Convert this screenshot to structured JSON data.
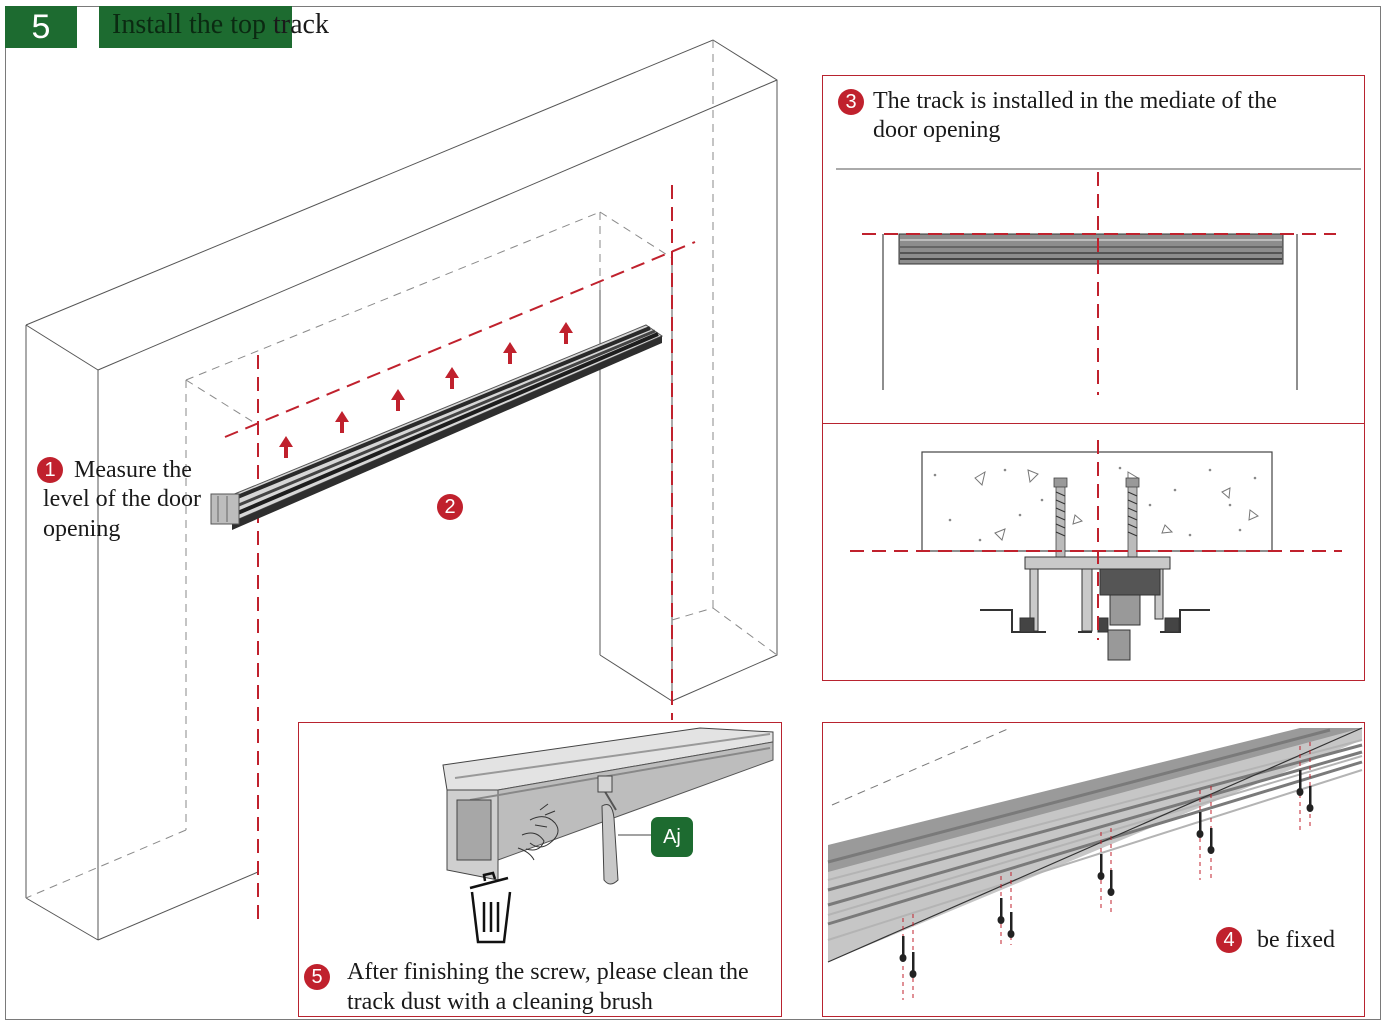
{
  "header": {
    "step_number": "5",
    "title_highlight": "Install the top",
    "title_rest": " track"
  },
  "steps": {
    "s1": {
      "number": "1",
      "line1": "Measure the",
      "line2": "level of the door",
      "line3": "opening"
    },
    "s2": {
      "number": "2"
    },
    "s3": {
      "number": "3",
      "line1": "The track is installed in the mediate of the",
      "line2": "door opening"
    },
    "s4": {
      "number": "4",
      "text": "be fixed"
    },
    "s5": {
      "number": "5",
      "line1": "After finishing the screw, please clean the",
      "line2": "track dust with a cleaning brush"
    }
  },
  "brush_tag": {
    "label": "Aj"
  },
  "colors": {
    "accent_red": "#c0212d",
    "panel_border": "#b8232f",
    "brand_green": "#1d6b30",
    "track_dark": "#3a3a3a",
    "track_light": "#c9c9c9"
  },
  "icons": [
    "trash-bin-icon",
    "up-arrow-icon",
    "screw-icon",
    "cleaning-brush-icon"
  ]
}
